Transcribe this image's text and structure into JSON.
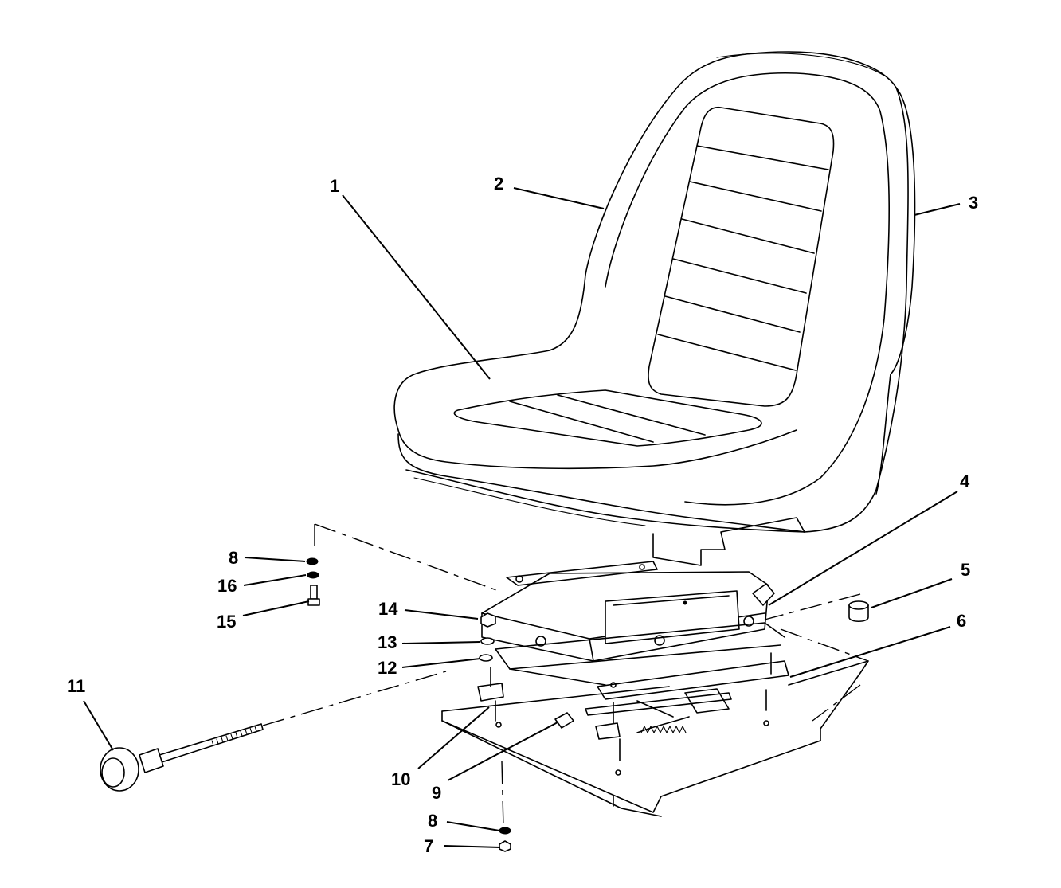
{
  "diagram": {
    "callouts": [
      {
        "id": "c1",
        "label": "1"
      },
      {
        "id": "c2",
        "label": "2"
      },
      {
        "id": "c3",
        "label": "3"
      },
      {
        "id": "c4",
        "label": "4"
      },
      {
        "id": "c5",
        "label": "5"
      },
      {
        "id": "c6",
        "label": "6"
      },
      {
        "id": "c7",
        "label": "7"
      },
      {
        "id": "c8a",
        "label": "8"
      },
      {
        "id": "c8b",
        "label": "8"
      },
      {
        "id": "c9",
        "label": "9"
      },
      {
        "id": "c10",
        "label": "10"
      },
      {
        "id": "c11",
        "label": "11"
      },
      {
        "id": "c12",
        "label": "12"
      },
      {
        "id": "c13",
        "label": "13"
      },
      {
        "id": "c14",
        "label": "14"
      },
      {
        "id": "c15",
        "label": "15"
      },
      {
        "id": "c16",
        "label": "16"
      }
    ]
  }
}
